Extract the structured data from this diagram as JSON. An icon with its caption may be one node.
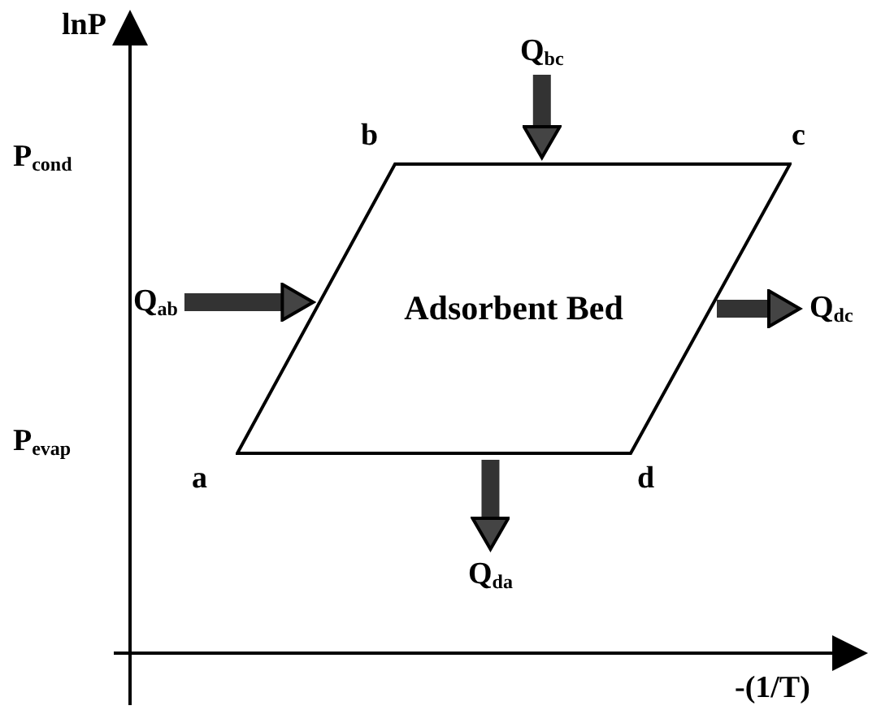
{
  "diagram": {
    "nodes": [
      {
        "text": [
          "Q$_{bc}$"
        ]
      },
      {
        "text": [
          "Q$_{ab}$"
        ]
      },
      {
        "text": [
          "Adsorbent Bed"
        ],
        "beside": [
          "b",
          "c",
          "a",
          "d"
        ]
      },
      {
        "text": [
          "Q$_{dc}$"
        ]
      },
      {
        "text": [
          "Q$_{da}$"
        ]
      }
    ],
    "edges": [
      {
        "from": 0,
        "to": 2,
        "arrow": "to"
      },
      {
        "from": 1,
        "to": 2,
        "arrow": "to"
      },
      {
        "from": 2,
        "to": 3,
        "arrow": "to"
      },
      {
        "from": 2,
        "to": 4,
        "arrow": "to"
      }
    ],
    "labels": [
      "lnP",
      "P$_{cond}$",
      "P$_{evap}$",
      "-(1/T)"
    ]
  }
}
